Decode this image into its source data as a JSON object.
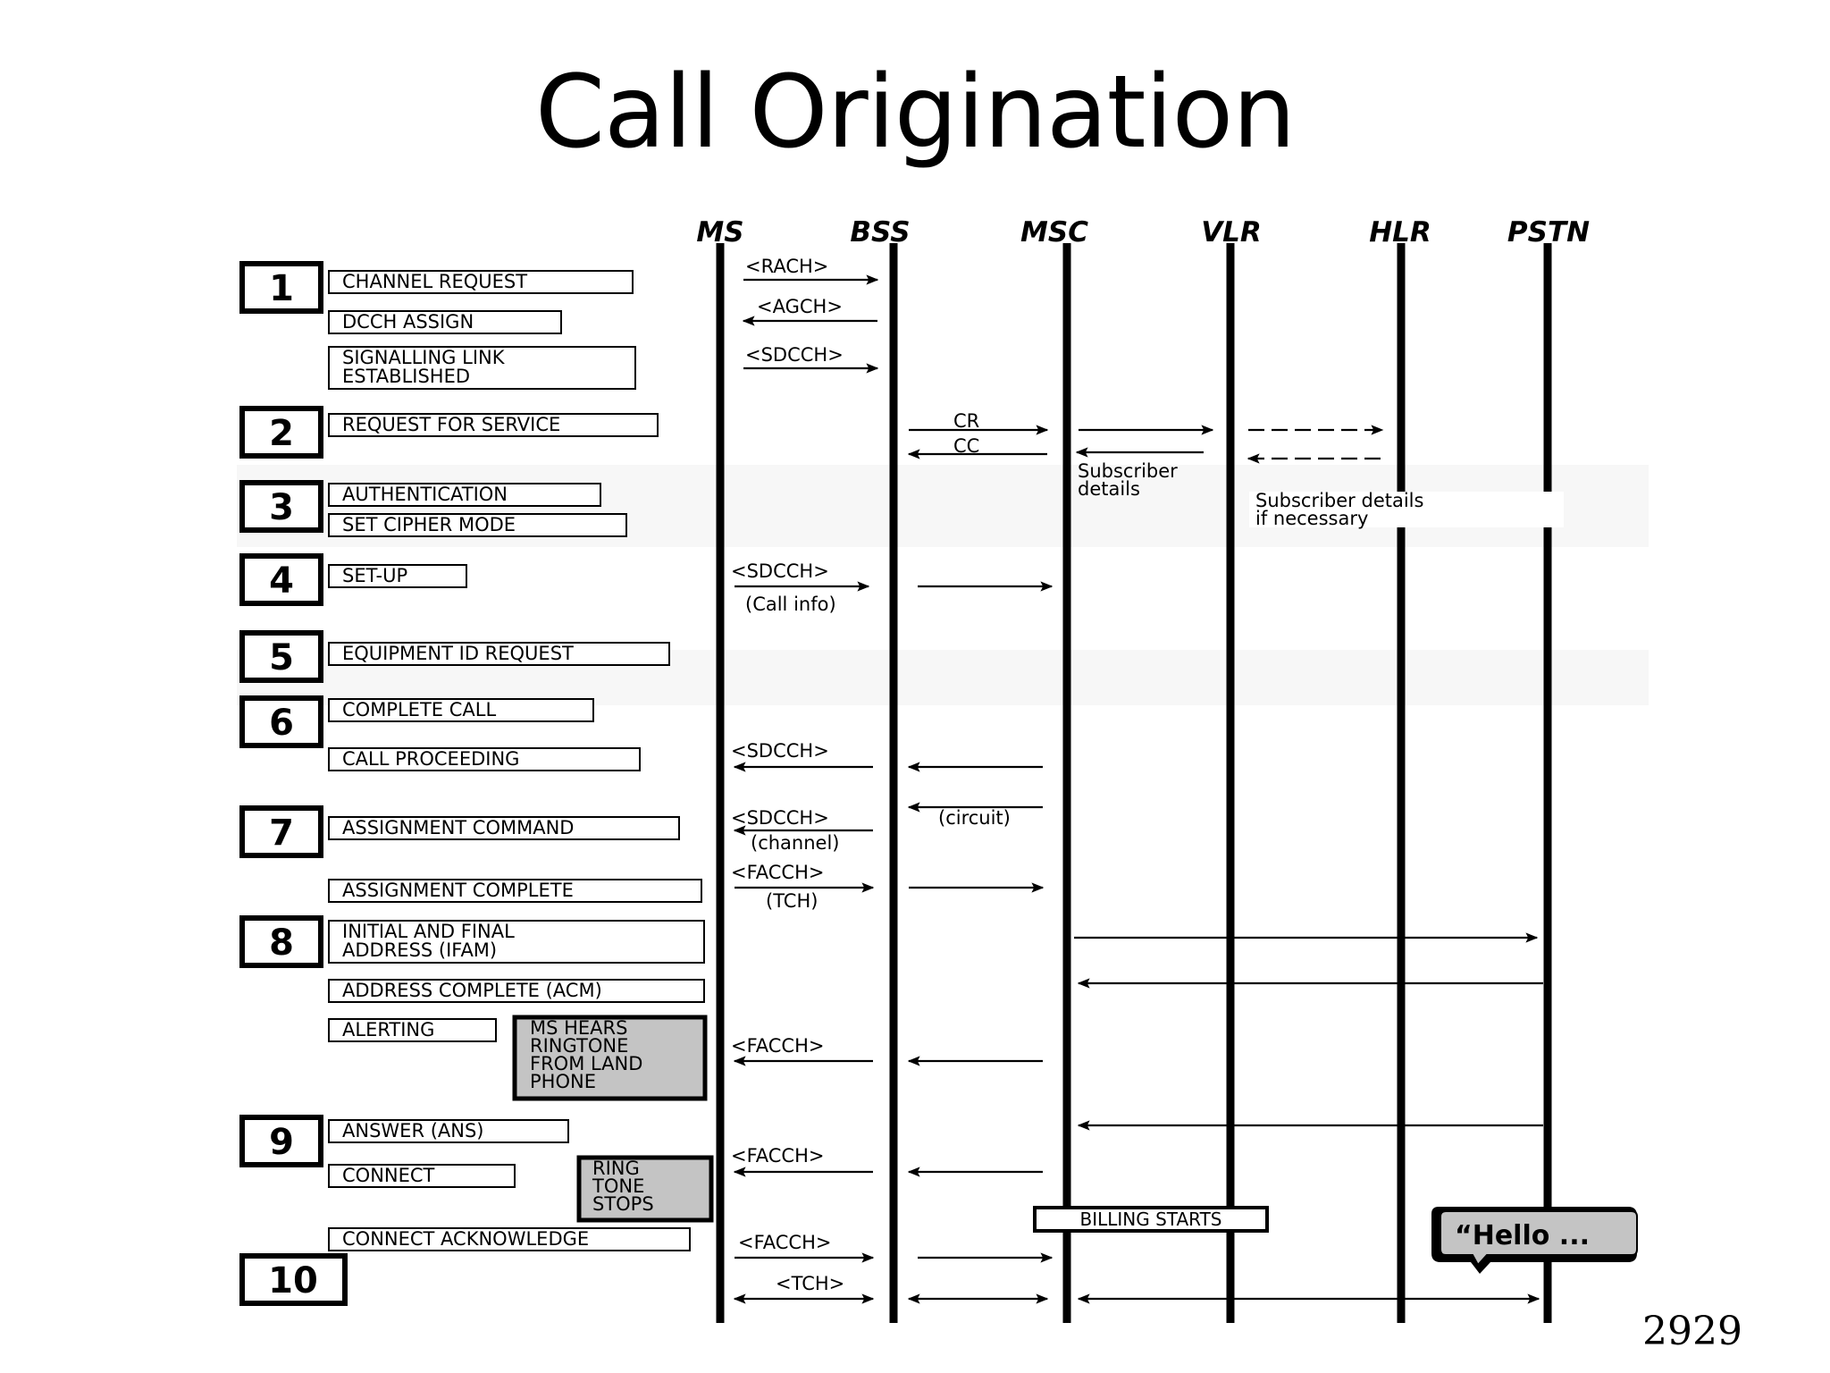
{
  "title": "Call Origination",
  "page_number": "2929",
  "entities": [
    "MS",
    "BSS",
    "MSC",
    "VLR",
    "HLR",
    "PSTN"
  ],
  "steps": [
    {
      "number": "1",
      "labels": [
        [
          "CHANNEL REQUEST"
        ],
        [
          "DCCH ASSIGN"
        ],
        [
          "SIGNALLING LINK",
          "ESTABLISHED"
        ]
      ]
    },
    {
      "number": "2",
      "labels": [
        [
          "REQUEST FOR SERVICE"
        ]
      ]
    },
    {
      "number": "3",
      "labels": [
        [
          "AUTHENTICATION"
        ],
        [
          "SET CIPHER MODE"
        ]
      ]
    },
    {
      "number": "4",
      "labels": [
        [
          "SET-UP"
        ]
      ]
    },
    {
      "number": "5",
      "labels": [
        [
          "EQUIPMENT ID REQUEST"
        ]
      ]
    },
    {
      "number": "6",
      "labels": [
        [
          "COMPLETE CALL"
        ],
        [
          "CALL PROCEEDING"
        ]
      ]
    },
    {
      "number": "7",
      "labels": [
        [
          "ASSIGNMENT COMMAND"
        ],
        [
          "ASSIGNMENT COMPLETE"
        ]
      ]
    },
    {
      "number": "8",
      "labels": [
        [
          "INITIAL AND FINAL",
          "ADDRESS (IFAM)"
        ],
        [
          "ADDRESS COMPLETE (ACM)"
        ],
        [
          "ALERTING"
        ]
      ]
    },
    {
      "number": "9",
      "labels": [
        [
          "ANSWER (ANS)"
        ],
        [
          "CONNECT"
        ]
      ]
    },
    {
      "number": "10",
      "labels": [
        [
          "CONNECT ACKNOWLEDGE"
        ]
      ]
    }
  ],
  "notes": {
    "ringtone": [
      "MS HEARS",
      "RINGTONE",
      "FROM LAND",
      "PHONE"
    ],
    "ring_stops": [
      "RING",
      "TONE",
      "STOPS"
    ],
    "billing": "BILLING STARTS",
    "hello": "“Hello ..."
  },
  "message_labels": {
    "rach": "<RACH>",
    "agch": "<AGCH>",
    "sdcch": "<SDCCH>",
    "facch": "<FACCH>",
    "tch": "<TCH>",
    "cr": "CR",
    "cc": "CC",
    "subscriber_details": [
      "Subscriber",
      "details"
    ],
    "subscriber_details_hlr": [
      "Subscriber details",
      "if necessary"
    ],
    "call_info": "(Call info)",
    "circuit": "(circuit)",
    "channel": "(channel)",
    "tch_paren": "(TCH)"
  }
}
